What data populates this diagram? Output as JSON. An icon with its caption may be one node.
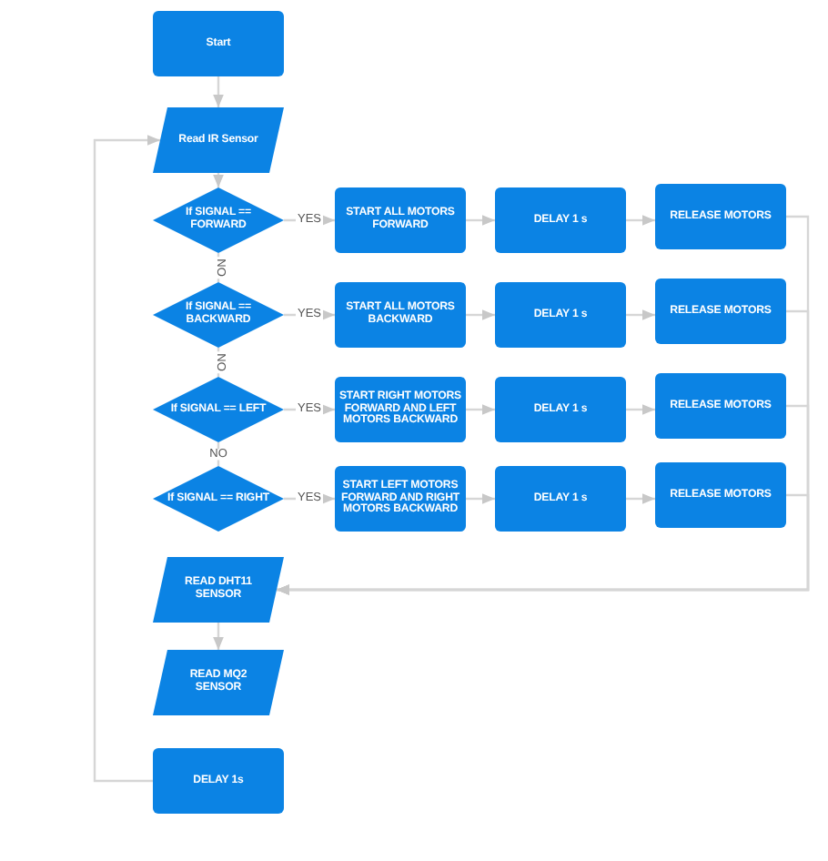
{
  "diagram": {
    "nodes": [
      {
        "text": [
          "Start"
        ]
      },
      {
        "text": [
          "Read IR Sensor"
        ]
      },
      {
        "text": [
          "If SIGNAL == FORWARD"
        ]
      },
      {
        "text": [
          "START ALL MOTORS FORWARD"
        ]
      },
      {
        "text": [
          "DELAY 1 s"
        ]
      },
      {
        "text": [
          "RELEASE MOTORS"
        ]
      },
      {
        "text": [
          "If SIGNAL == BACKWARD"
        ]
      },
      {
        "text": [
          "START ALL MOTORS BACKWARD"
        ]
      },
      {
        "text": [
          "DELAY 1 s"
        ]
      },
      {
        "text": [
          "RELEASE MOTORS"
        ]
      },
      {
        "text": [
          "If SIGNAL == LEFT"
        ]
      },
      {
        "text": [
          "START RIGHT MOTORS FORWARD AND LEFT MOTORS BACKWARD"
        ]
      },
      {
        "text": [
          "DELAY 1 s"
        ]
      },
      {
        "text": [
          "RELEASE MOTORS"
        ]
      },
      {
        "text": [
          "If SIGNAL == RIGHT"
        ]
      },
      {
        "text": [
          "START LEFT MOTORS FORWARD AND RIGHT MOTORS BACKWARD"
        ]
      },
      {
        "text": [
          "DELAY 1 s"
        ]
      },
      {
        "text": [
          "RELEASE MOTORS"
        ]
      },
      {
        "text": [
          "READ DHT11 SENSOR"
        ]
      },
      {
        "text": [
          "READ MQ2 SENSOR"
        ]
      },
      {
        "text": [
          "DELAY 1s"
        ]
      }
    ],
    "edges": [
      {
        "from": 0,
        "to": 1,
        "arrow": "to"
      },
      {
        "from": 1,
        "to": 2,
        "arrow": "to"
      },
      {
        "from": 2,
        "to": 3,
        "arrow": "to",
        "label": "YES"
      },
      {
        "from": 3,
        "to": 4,
        "arrow": "to"
      },
      {
        "from": 4,
        "to": 5,
        "arrow": "to"
      },
      {
        "from": 2,
        "to": 6,
        "arrow": "none",
        "label": "NO"
      },
      {
        "from": 6,
        "to": 7,
        "arrow": "to",
        "label": "YES"
      },
      {
        "from": 7,
        "to": 8,
        "arrow": "to"
      },
      {
        "from": 8,
        "to": 9,
        "arrow": "to"
      },
      {
        "from": 6,
        "to": 10,
        "arrow": "none",
        "label": "NO"
      },
      {
        "from": 10,
        "to": 11,
        "arrow": "to",
        "label": "YES"
      },
      {
        "from": 11,
        "to": 12,
        "arrow": "to"
      },
      {
        "from": 12,
        "to": 13,
        "arrow": "to"
      },
      {
        "from": 10,
        "to": 14,
        "arrow": "none",
        "label": "NO"
      },
      {
        "from": 14,
        "to": 15,
        "arrow": "to",
        "label": "YES"
      },
      {
        "from": 15,
        "to": 16,
        "arrow": "to"
      },
      {
        "from": 16,
        "to": 17,
        "arrow": "to"
      },
      {
        "from": 5,
        "to": 18,
        "arrow": "to"
      },
      {
        "from": 9,
        "to": 18,
        "arrow": "to"
      },
      {
        "from": 13,
        "to": 18,
        "arrow": "to"
      },
      {
        "from": 17,
        "to": 18,
        "arrow": "to"
      },
      {
        "from": 18,
        "to": 19,
        "arrow": "to"
      },
      {
        "from": 20,
        "to": 1,
        "arrow": "to"
      }
    ]
  }
}
